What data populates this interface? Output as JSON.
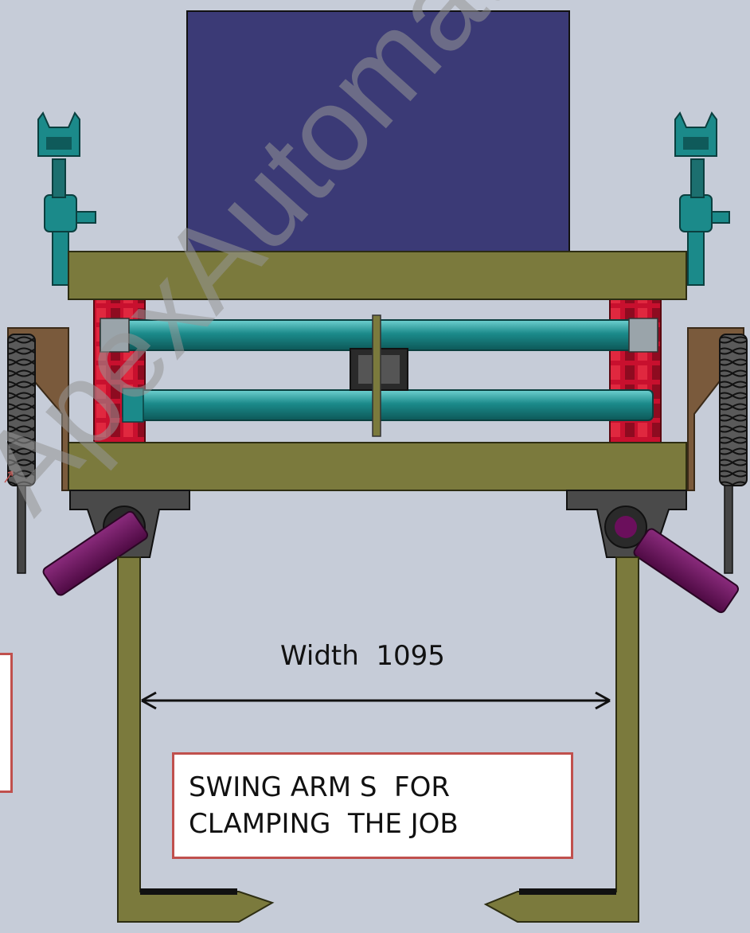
{
  "dimension": {
    "label": "Width  1095"
  },
  "callout": {
    "line1": "SWING ARM S  FOR",
    "line2": "CLAMPING  THE JOB"
  },
  "watermark": {
    "text": "ApexAutomations"
  },
  "colors": {
    "background": "#c6ccd8",
    "block": "#3b3a76",
    "frame_olive": "#7b7a3d",
    "column_red": "#c8102e",
    "cylinder_teal": "#1b8a8a",
    "swing_purple": "#6b0f5c",
    "bracket_brown": "#7a5a3c",
    "callout_border": "#c0504d"
  }
}
